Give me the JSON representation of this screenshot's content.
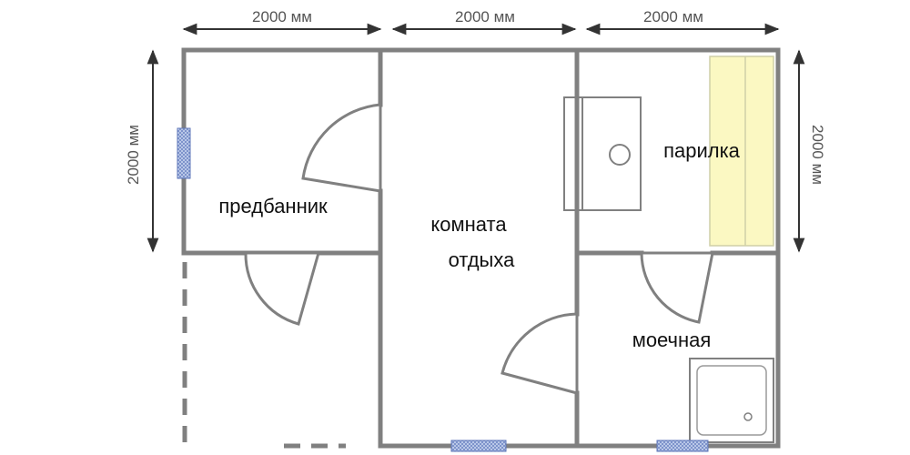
{
  "dimensions": {
    "top_left": "2000 мм",
    "top_middle": "2000 мм",
    "top_right": "2000 мм",
    "side_left": "2000 мм",
    "side_right": "2000 мм"
  },
  "rooms": {
    "anteroom": "предбанник",
    "rest_room_line1": "комната",
    "rest_room_line2": "отдыха",
    "steam_room": "парилка",
    "washroom": "моечная"
  },
  "colors": {
    "wall": "#808080",
    "bench": "#fbf8c2",
    "window": "#9fb5dd",
    "arrow": "#333333"
  }
}
